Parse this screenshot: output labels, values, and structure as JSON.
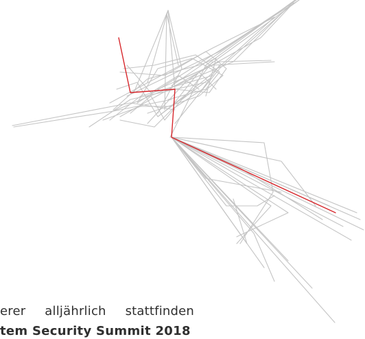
{
  "artwork": {
    "icon": "abstract-wireframe-line-art",
    "line_color": "#c4c4c4",
    "highlight_color": "#d7262b"
  },
  "text": {
    "line1": "erer alljährlich stattfinden",
    "line2": "tem Security Summit 2018"
  }
}
